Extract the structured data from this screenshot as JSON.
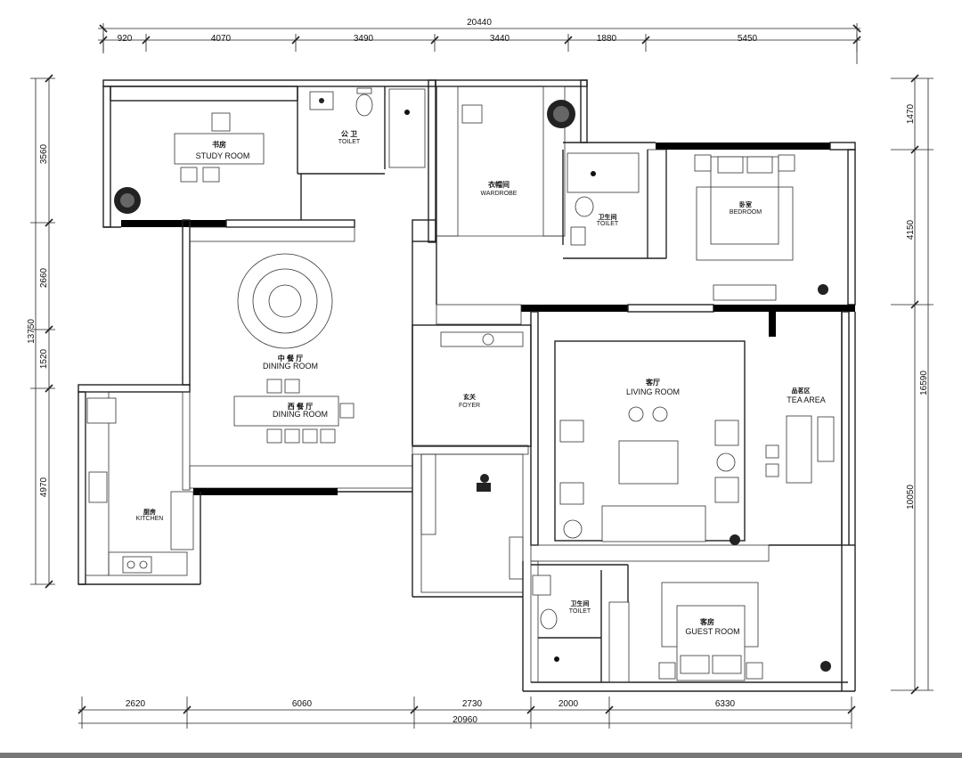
{
  "dimensions": {
    "top_total": "20440",
    "top_segments": [
      "920",
      "4070",
      "3490",
      "3440",
      "1880",
      "5450"
    ],
    "bottom_total": "20960",
    "bottom_segments": [
      "2620",
      "6060",
      "2730",
      "2000",
      "6330"
    ],
    "left_total": "13750",
    "left_segments": [
      "3560",
      "2660",
      "1520",
      "4970"
    ],
    "right_total": "16590",
    "right_segments": [
      "1470",
      "4150",
      "10050"
    ]
  },
  "rooms": {
    "study": {
      "cn": "书房",
      "en": "STUDY ROOM"
    },
    "public_toilet": {
      "cn": "公 卫",
      "en": "TOILET"
    },
    "wardrobe": {
      "cn": "衣帽间",
      "en": "WARDROBE"
    },
    "master_toilet": {
      "cn": "卫生间",
      "en": "TOILET"
    },
    "bedroom": {
      "cn": "卧室",
      "en": "BEDROOM"
    },
    "chinese_dining": {
      "cn": "中 餐 厅",
      "en": "DINING ROOM"
    },
    "western_dining": {
      "cn": "西 餐 厅",
      "en": "DINING ROOM"
    },
    "kitchen": {
      "cn": "厨房",
      "en": "KITCHEN"
    },
    "foyer": {
      "cn": "玄关",
      "en": "FOYER"
    },
    "living": {
      "cn": "客厅",
      "en": "LIVING ROOM"
    },
    "tea_area": {
      "cn": "品茗区",
      "en": "TEA AREA"
    },
    "guest_toilet": {
      "cn": "卫生间",
      "en": "TOILET"
    },
    "guest_room": {
      "cn": "客房",
      "en": "GUEST ROOM"
    }
  },
  "colors": {
    "line": "#222222",
    "wall_fill": "#000000",
    "background": "#ffffff"
  },
  "icons": [
    "plant-icon",
    "sink-icon",
    "toilet-icon",
    "stove-icon",
    "person-icon",
    "lamp-icon"
  ]
}
